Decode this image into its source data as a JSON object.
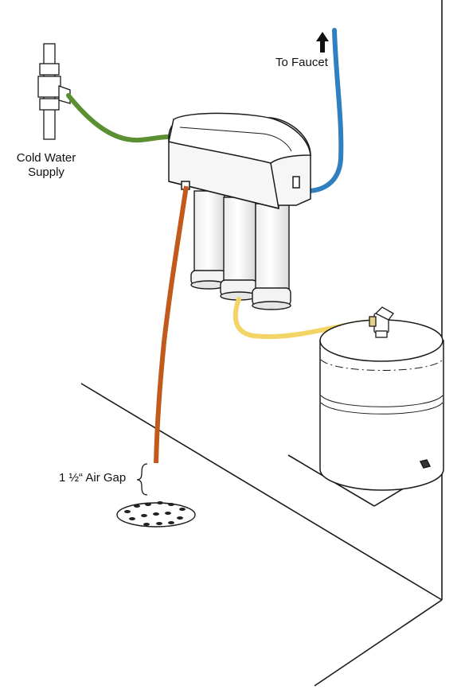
{
  "labels": {
    "cold_water_line1": "Cold Water",
    "cold_water_line2": "Supply",
    "to_faucet": "To Faucet",
    "air_gap": "1 ½“ Air Gap"
  },
  "colors": {
    "cold_supply_tube": "#5a8f32",
    "faucet_tube": "#2f7fc1",
    "drain_tube": "#c15a1c",
    "tank_tube": "#f3d567",
    "outline": "#1a1a1a"
  },
  "icons": {
    "faucet_arrow": "arrow-up-icon"
  }
}
